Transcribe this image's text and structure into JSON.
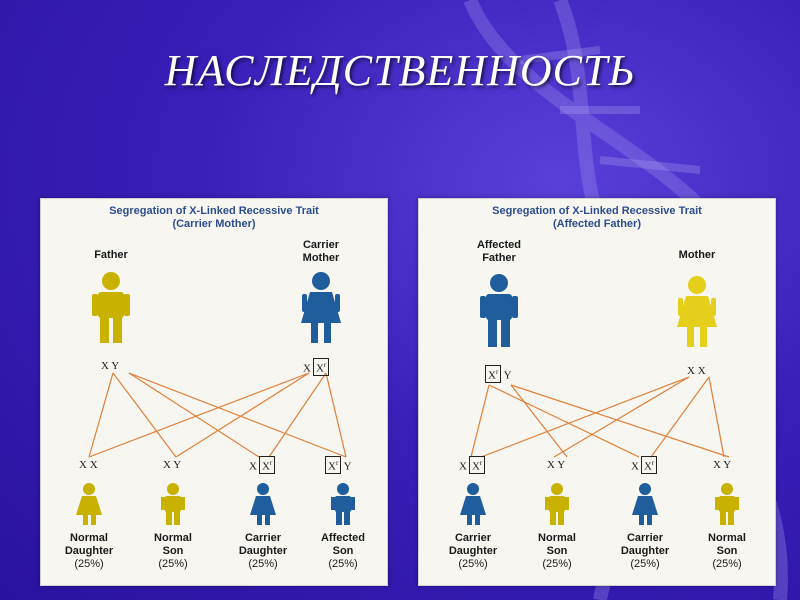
{
  "title": "НАСЛЕДСТВЕННОСТЬ",
  "colors": {
    "yellow": "#c9b100",
    "blue": "#1f5d9c",
    "line": "#e0803a",
    "title_blue": "#2c4d8e"
  },
  "panel_left": {
    "title_line1": "Segregation of X-Linked Recessive Trait",
    "title_line2": "(Carrier Mother)",
    "father_label": "Father",
    "mother_label_line1": "Carrier",
    "mother_label_line2": "Mother",
    "father_genotype": "X Y",
    "mother_genotype_plain": "X",
    "mother_genotype_boxed": "X",
    "mother_genotype_sup": "r",
    "children": [
      {
        "genotype_plain": "X X",
        "boxed": "",
        "sup": "",
        "suffix": "",
        "label_line1": "Normal",
        "label_line2": "Daughter",
        "percent": "(25%)"
      },
      {
        "genotype_plain": "X Y",
        "boxed": "",
        "sup": "",
        "suffix": "",
        "label_line1": "Normal",
        "label_line2": "Son",
        "percent": "(25%)"
      },
      {
        "genotype_plain": "X",
        "boxed": "X",
        "sup": "r",
        "suffix": "",
        "label_line1": "Carrier",
        "label_line2": "Daughter",
        "percent": "(25%)"
      },
      {
        "genotype_plain": "",
        "boxed": "X",
        "sup": "r",
        "suffix": "Y",
        "label_line1": "Affected",
        "label_line2": "Son",
        "percent": "(25%)"
      }
    ]
  },
  "panel_right": {
    "title_line1": "Segregation of X-Linked Recessive Trait",
    "title_line2": "(Affected Father)",
    "father_label_line1": "Affected",
    "father_label_line2": "Father",
    "mother_label": "Mother",
    "father_genotype_boxed": "X",
    "father_genotype_sup": "r",
    "father_genotype_suffix": "Y",
    "mother_genotype": "X X",
    "children": [
      {
        "genotype_plain": "X",
        "boxed": "X",
        "sup": "r",
        "suffix": "",
        "label_line1": "Carrier",
        "label_line2": "Daughter",
        "percent": "(25%)"
      },
      {
        "genotype_plain": "X Y",
        "boxed": "",
        "sup": "",
        "suffix": "",
        "label_line1": "Normal",
        "label_line2": "Son",
        "percent": "(25%)"
      },
      {
        "genotype_plain": "X",
        "boxed": "X",
        "sup": "r",
        "suffix": "",
        "label_line1": "Carrier",
        "label_line2": "Daughter",
        "percent": "(25%)"
      },
      {
        "genotype_plain": "X Y",
        "boxed": "",
        "sup": "",
        "suffix": "",
        "label_line1": "Normal",
        "label_line2": "Son",
        "percent": "(25%)"
      }
    ]
  }
}
